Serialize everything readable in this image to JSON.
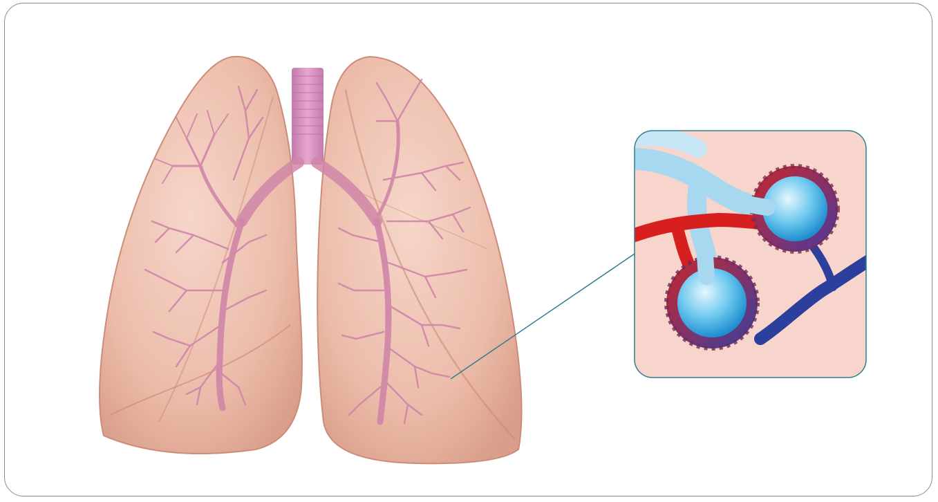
{
  "figure": {
    "subject": "lungs-with-alveoli-inset",
    "colors": {
      "lung_fill": "#ecb9a6",
      "lung_edge": "#c98672",
      "bronchi": "#cf86a8",
      "trachea": "#d58bbd",
      "inset_bg": "#f8d5cc",
      "inset_border": "#2e7d8f",
      "leader_line": "#2e7d8f",
      "artery": "#d81f1f",
      "vein": "#2d3f9c",
      "alveolus_fill": "#39b6e6",
      "airway": "#a8d8ef"
    },
    "icons": [
      "lungs-illustration",
      "alveoli-illustration"
    ]
  }
}
